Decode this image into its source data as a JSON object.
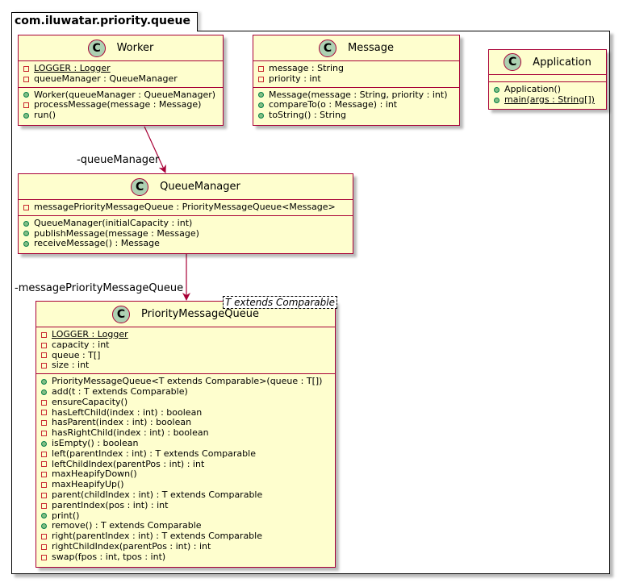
{
  "package": {
    "name": "com.iluwatar.priority.queue"
  },
  "colors": {
    "class_fill": "#fefece",
    "class_border": "#a80036",
    "class_icon": "#add1b2",
    "private_marker": "#c82930",
    "public_marker": "#84be84"
  },
  "classes": {
    "worker": {
      "icon": "C",
      "name": "Worker",
      "fields": [
        {
          "vis": "private",
          "static": true,
          "text": "LOGGER : Logger"
        },
        {
          "vis": "private",
          "static": false,
          "text": "queueManager : QueueManager"
        }
      ],
      "methods": [
        {
          "vis": "public",
          "static": false,
          "text": "Worker(queueManager : QueueManager)"
        },
        {
          "vis": "private",
          "static": false,
          "text": "processMessage(message : Message)"
        },
        {
          "vis": "public",
          "static": false,
          "text": "run()"
        }
      ]
    },
    "message": {
      "icon": "C",
      "name": "Message",
      "fields": [
        {
          "vis": "private",
          "static": false,
          "text": "message : String"
        },
        {
          "vis": "private",
          "static": false,
          "text": "priority : int"
        }
      ],
      "methods": [
        {
          "vis": "public",
          "static": false,
          "text": "Message(message : String, priority : int)"
        },
        {
          "vis": "public",
          "static": false,
          "text": "compareTo(o : Message) : int"
        },
        {
          "vis": "public",
          "static": false,
          "text": "toString() : String"
        }
      ]
    },
    "application": {
      "icon": "C",
      "name": "Application",
      "fields": [],
      "methods": [
        {
          "vis": "public",
          "static": false,
          "text": "Application()"
        },
        {
          "vis": "public",
          "static": true,
          "text": "main(args : String[])"
        }
      ]
    },
    "queue_manager": {
      "icon": "C",
      "name": "QueueManager",
      "fields": [
        {
          "vis": "private",
          "static": false,
          "text": "messagePriorityMessageQueue : PriorityMessageQueue<Message>"
        }
      ],
      "methods": [
        {
          "vis": "public",
          "static": false,
          "text": "QueueManager(initialCapacity : int)"
        },
        {
          "vis": "public",
          "static": false,
          "text": "publishMessage(message : Message)"
        },
        {
          "vis": "public",
          "static": false,
          "text": "receiveMessage() : Message"
        }
      ]
    },
    "priority_message_queue": {
      "icon": "C",
      "name": "PriorityMessageQueue",
      "template": "T extends Comparable",
      "fields": [
        {
          "vis": "private",
          "static": true,
          "text": "LOGGER : Logger"
        },
        {
          "vis": "private",
          "static": false,
          "text": "capacity : int"
        },
        {
          "vis": "private",
          "static": false,
          "text": "queue : T[]"
        },
        {
          "vis": "private",
          "static": false,
          "text": "size : int"
        }
      ],
      "methods": [
        {
          "vis": "public",
          "static": false,
          "text": "PriorityMessageQueue<T extends Comparable>(queue : T[])"
        },
        {
          "vis": "public",
          "static": false,
          "text": "add(t : T extends Comparable)"
        },
        {
          "vis": "private",
          "static": false,
          "text": "ensureCapacity()"
        },
        {
          "vis": "private",
          "static": false,
          "text": "hasLeftChild(index : int) : boolean"
        },
        {
          "vis": "private",
          "static": false,
          "text": "hasParent(index : int) : boolean"
        },
        {
          "vis": "private",
          "static": false,
          "text": "hasRightChild(index : int) : boolean"
        },
        {
          "vis": "public",
          "static": false,
          "text": "isEmpty() : boolean"
        },
        {
          "vis": "private",
          "static": false,
          "text": "left(parentIndex : int) : T extends Comparable"
        },
        {
          "vis": "private",
          "static": false,
          "text": "leftChildIndex(parentPos : int) : int"
        },
        {
          "vis": "private",
          "static": false,
          "text": "maxHeapifyDown()"
        },
        {
          "vis": "private",
          "static": false,
          "text": "maxHeapifyUp()"
        },
        {
          "vis": "private",
          "static": false,
          "text": "parent(childIndex : int) : T extends Comparable"
        },
        {
          "vis": "private",
          "static": false,
          "text": "parentIndex(pos : int) : int"
        },
        {
          "vis": "public",
          "static": false,
          "text": "print()"
        },
        {
          "vis": "public",
          "static": false,
          "text": "remove() : T extends Comparable"
        },
        {
          "vis": "private",
          "static": false,
          "text": "right(parentIndex : int) : T extends Comparable"
        },
        {
          "vis": "private",
          "static": false,
          "text": "rightChildIndex(parentPos : int) : int"
        },
        {
          "vis": "private",
          "static": false,
          "text": "swap(fpos : int, tpos : int)"
        }
      ]
    }
  },
  "relations": [
    {
      "from": "Worker",
      "to": "QueueManager",
      "label": "-queueManager"
    },
    {
      "from": "QueueManager",
      "to": "PriorityMessageQueue",
      "label": "-messagePriorityMessageQueue"
    }
  ]
}
